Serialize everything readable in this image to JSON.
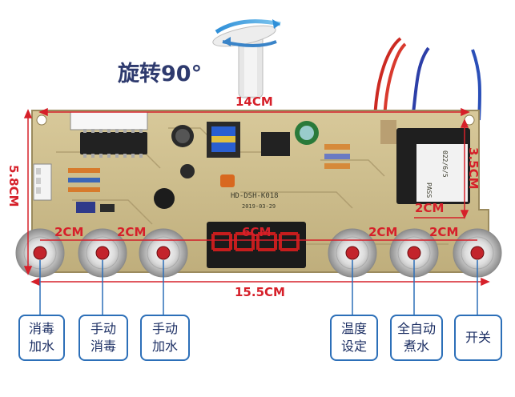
{
  "rotation_label": "旋转90°",
  "dimensions": {
    "board_width": "14CM",
    "board_height": "5.8CM",
    "right_height": "3.5CM",
    "total_width": "15.5CM",
    "display_width": "6CM",
    "gap_1": "2CM",
    "gap_2": "2CM",
    "gap_3": "2CM",
    "gap_4": "2CM",
    "gap_right_top": "2CM"
  },
  "board_markings": {
    "model": "HD-DSH-K018",
    "date": "2019-03-29",
    "pass": "PASS",
    "date_code": "022/6/5"
  },
  "buttons": [
    {
      "line1": "消毒",
      "line2": "加水"
    },
    {
      "line1": "手动",
      "line2": "消毒"
    },
    {
      "line1": "手动",
      "line2": "加水"
    },
    {
      "line1": "温度",
      "line2": "设定"
    },
    {
      "line1": "全自动",
      "line2": "煮水"
    },
    {
      "line1": "开关",
      "line2": ""
    }
  ],
  "colors": {
    "dimension_red": "#d6202a",
    "label_border_blue": "#2c6fb8",
    "pcb_tan": "#c9b98a"
  }
}
